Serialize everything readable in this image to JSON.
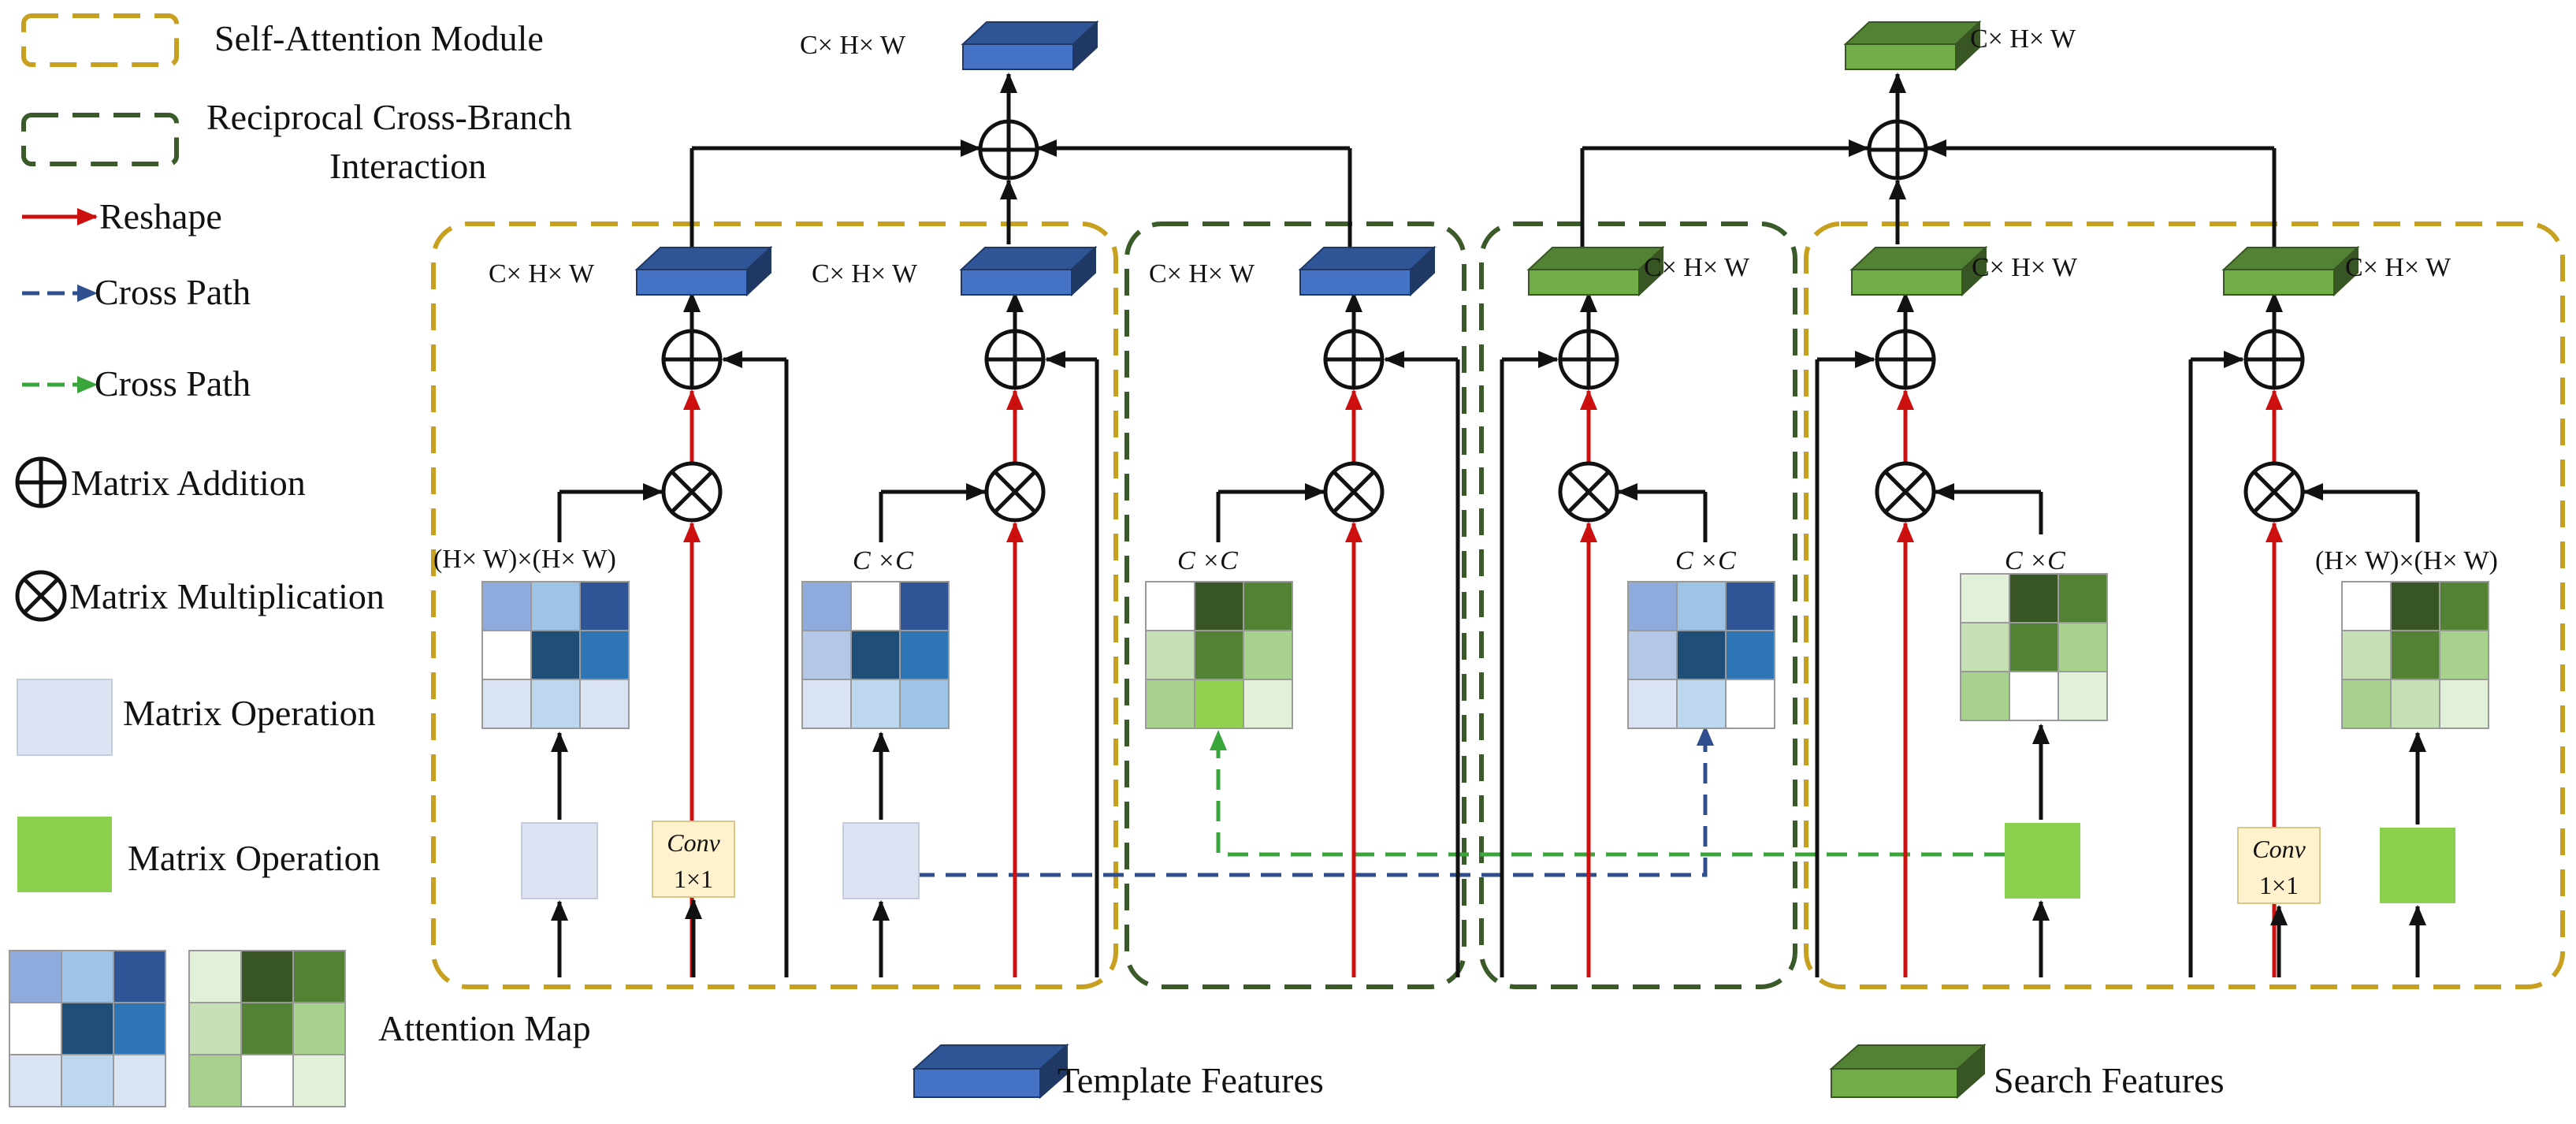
{
  "legend": {
    "self_attention": "Self-Attention Module",
    "cross_branch_1": "Reciprocal Cross-Branch",
    "cross_branch_2": "Interaction",
    "reshape": "Reshape",
    "cross_path_blue": "Cross Path",
    "cross_path_green": "Cross Path",
    "matrix_addition": "Matrix Addition",
    "matrix_multiplication": "Matrix Multiplication",
    "matrix_operation_blue": "Matrix Operation",
    "matrix_operation_green": "Matrix Operation",
    "attention_map": "Attention Map"
  },
  "labels": {
    "chw": "C× H× W",
    "hwhw": "(H× W)×(H× W)",
    "cc": "C ×C",
    "conv": "Conv",
    "conv_size": "1×1",
    "template_features": "Template Features",
    "search_features": "Search Features"
  },
  "colors": {
    "gold": "#c8a020",
    "dark_green": "#3a5a2a",
    "red": "#cc1010",
    "blue_path": "#2f4f8f",
    "green_path": "#3aa53a",
    "blue_op": "#dde3f3",
    "green_op": "#8bd14e",
    "conv_bg": "#fff2cc"
  },
  "attention_maps": {
    "blue_a": [
      "#8faadc",
      "#9dc3e6",
      "#2f5597",
      "#ffffff",
      "#1f4e79",
      "#2e75b6",
      "#dae3f3",
      "#bdd7ee",
      "#dae3f3"
    ],
    "blue_b": [
      "#8faadc",
      "#ffffff",
      "#2f5597",
      "#b4c7e7",
      "#1f4e79",
      "#2e75b6",
      "#dae3f3",
      "#bdd7ee",
      "#9dc3e6"
    ],
    "blue_c": [
      "#8faadc",
      "#9dc3e6",
      "#2f5597",
      "#b4c7e7",
      "#1f4e79",
      "#2e75b6",
      "#dae3f3",
      "#bdd7ee",
      "#ffffff"
    ],
    "green_a": [
      "#ffffff",
      "#375623",
      "#548235",
      "#c5e0b4",
      "#548235",
      "#a9d18e",
      "#a9d18e",
      "#92d050",
      "#e2f0d9"
    ],
    "green_b": [
      "#e2f0d9",
      "#375623",
      "#548235",
      "#c5e0b4",
      "#548235",
      "#a9d18e",
      "#a9d18e",
      "#ffffff",
      "#e2f0d9"
    ],
    "green_c": [
      "#ffffff",
      "#375623",
      "#548235",
      "#c5e0b4",
      "#548235",
      "#a9d18e",
      "#a9d18e",
      "#c5e0b4",
      "#e2f0d9"
    ],
    "legend_blue": [
      "#8faadc",
      "#9dc3e6",
      "#2f5597",
      "#ffffff",
      "#1f4e79",
      "#2e75b6",
      "#dae3f3",
      "#bdd7ee",
      "#dae3f3"
    ],
    "legend_green": [
      "#e2f0d9",
      "#375623",
      "#548235",
      "#c5e0b4",
      "#548235",
      "#a9d18e",
      "#a9d18e",
      "#ffffff",
      "#e2f0d9"
    ]
  },
  "icons": [
    "circle-plus-icon",
    "circle-times-icon",
    "feature-block-icon",
    "arrow-icon"
  ]
}
